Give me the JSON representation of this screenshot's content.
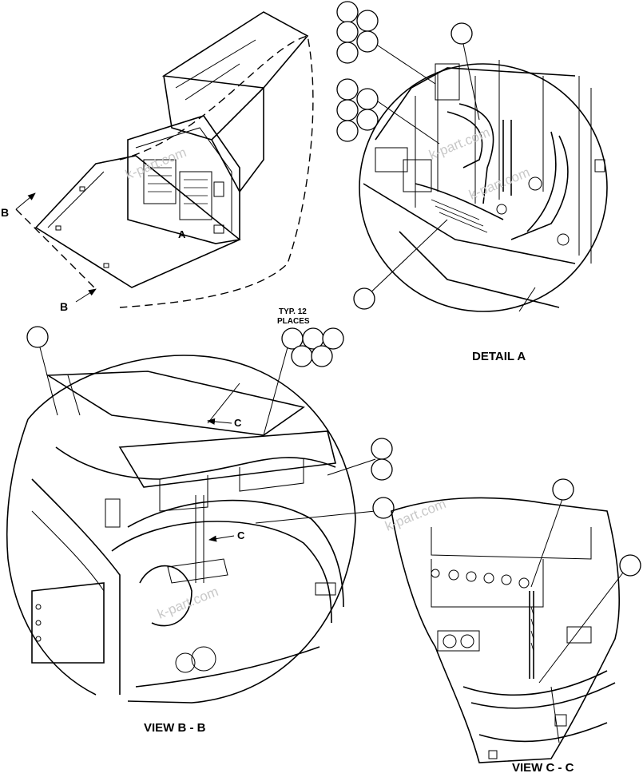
{
  "labels": {
    "section_b_left": "B",
    "section_b_bottom": "B",
    "detail_a_marker": "A",
    "typ_line1": "TYP. 12",
    "typ_line2": "PLACES",
    "detail_a_title": "DETAIL A",
    "view_c_top": "C",
    "view_c_mid": "C",
    "view_bb_title": "VIEW B - B",
    "view_cc_title": "VIEW C - C"
  },
  "watermark": "k-part.com",
  "colors": {
    "line": "#000000",
    "watermark": "#c8c8c8",
    "background": "#ffffff"
  }
}
